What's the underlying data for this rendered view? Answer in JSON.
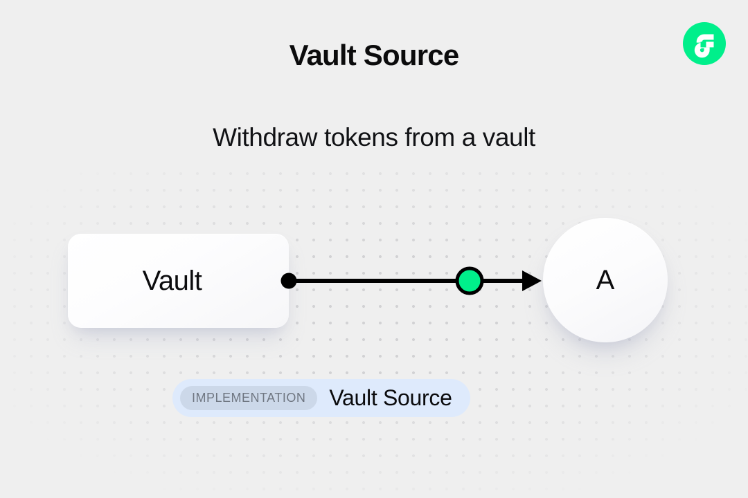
{
  "page": {
    "title": "Vault Source",
    "subtitle": "Withdraw tokens from a vault",
    "background_color": "#efefef"
  },
  "brand": {
    "logo_name": "flow-logo",
    "logo_color": "#00ef8b",
    "mark_color": "#ffffff"
  },
  "diagram": {
    "nodes": [
      {
        "id": "vault",
        "label": "Vault",
        "shape": "rounded-rect",
        "fill": "#ffffff"
      },
      {
        "id": "a",
        "label": "A",
        "shape": "circle",
        "fill": "#ffffff"
      }
    ],
    "edge": {
      "source_handle_color": "#000000",
      "midpoint_handle_color": "#00ef8b",
      "line_color": "#000000",
      "arrow_color": "#000000",
      "direction": "vault-to-a"
    },
    "grid": {
      "dot_color": "#d2d2d4",
      "spacing": 24
    }
  },
  "badge": {
    "kind_label": "IMPLEMENTATION",
    "name": "Vault Source",
    "background": "#deeafc",
    "chip_background": "#ccd8e9",
    "chip_text_color": "#6f7681"
  }
}
